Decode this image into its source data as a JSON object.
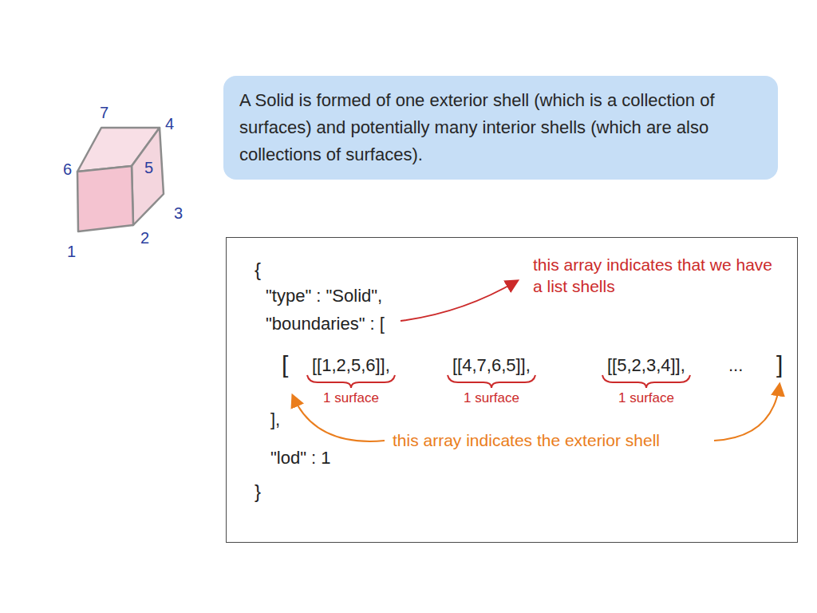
{
  "diagram": {
    "nodes": [
      {
        "text": [
          "A Solid is formed of one exterior shell (which is a collection of surfaces) and potentially many interior shells (which are also collections of surfaces)."
        ]
      },
      {
        "text": [
          "{",
          "\"type\" : \"Solid\",",
          "\"boundaries\" : [",
          "[",
          "[[1,2,5,6]],",
          "[[4,7,6,5]],",
          "[[5,2,3,4]],",
          "...",
          "]",
          "],",
          "\"lod\" : 1",
          "}"
        ]
      }
    ],
    "labels": [
      "7",
      "4",
      "6",
      "5",
      "3",
      "1",
      "2",
      "1 surface",
      "1 surface",
      "1 surface",
      "this array indicates that we have a list shells",
      "this array indicates the exterior shell"
    ]
  }
}
